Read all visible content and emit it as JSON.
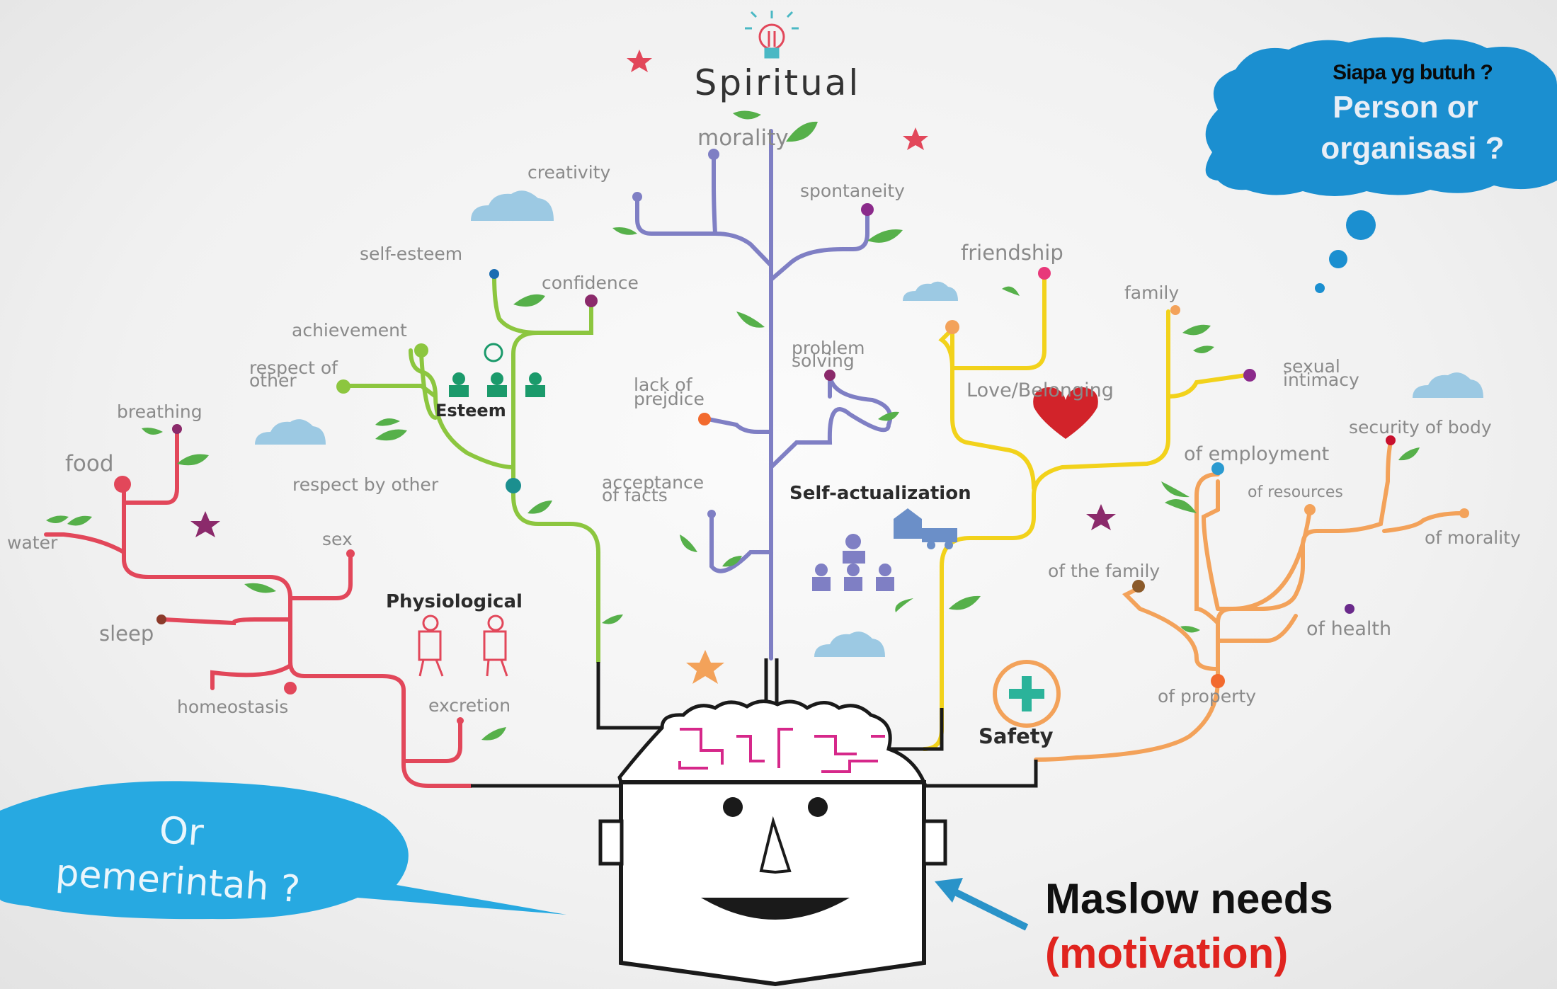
{
  "title": "Spiritual",
  "categories": {
    "physiological": "Physiological",
    "esteem": "Esteem",
    "self_actualization": "Self-actualization",
    "love": "Love/Belonging",
    "safety": "Safety"
  },
  "needs": {
    "morality": "morality",
    "creativity": "creativity",
    "spontaneity": "spontaneity",
    "self_esteem": "self-esteem",
    "confidence": "confidence",
    "achievement": "achievement",
    "respect_of_other_1": "respect of",
    "respect_of_other_2": "other",
    "breathing": "breathing",
    "food": "food",
    "water": "water",
    "respect_by_other": "respect by other",
    "sex": "sex",
    "sleep": "sleep",
    "homeostasis": "homeostasis",
    "excretion": "excretion",
    "lack_of_prejdice_1": "lack of",
    "lack_of_prejdice_2": "prejdice",
    "problem_solving_1": "problem",
    "problem_solving_2": "solving",
    "acceptance_of_facts_1": "acceptance",
    "acceptance_of_facts_2": "of facts",
    "friendship": "friendship",
    "family": "family",
    "sexual_intimacy_1": "sexual",
    "sexual_intimacy_2": "intimacy",
    "security_of_body": "security of body",
    "of_employment": "of employment",
    "of_resources": "of resources",
    "of_morality": "of morality",
    "of_the_family": "of the family",
    "of_health": "of health",
    "of_property": "of property"
  },
  "callouts": {
    "top_line1": "Siapa yg butuh ?",
    "top_line2": "Person or",
    "top_line3": "organisasi ?",
    "bottom_line1": "Or",
    "bottom_line2": "pemerintah ?"
  },
  "caption": {
    "line1": "Maslow needs",
    "line2": "(motivation)"
  },
  "colors": {
    "physiological": "#e2475a",
    "esteem": "#8cc63f",
    "self_actualization": "#7f7fc4",
    "love": "#f2d21b",
    "safety": "#f3a25a",
    "callout_blue": "#1b8fd0",
    "caption_red": "#e0241f"
  }
}
